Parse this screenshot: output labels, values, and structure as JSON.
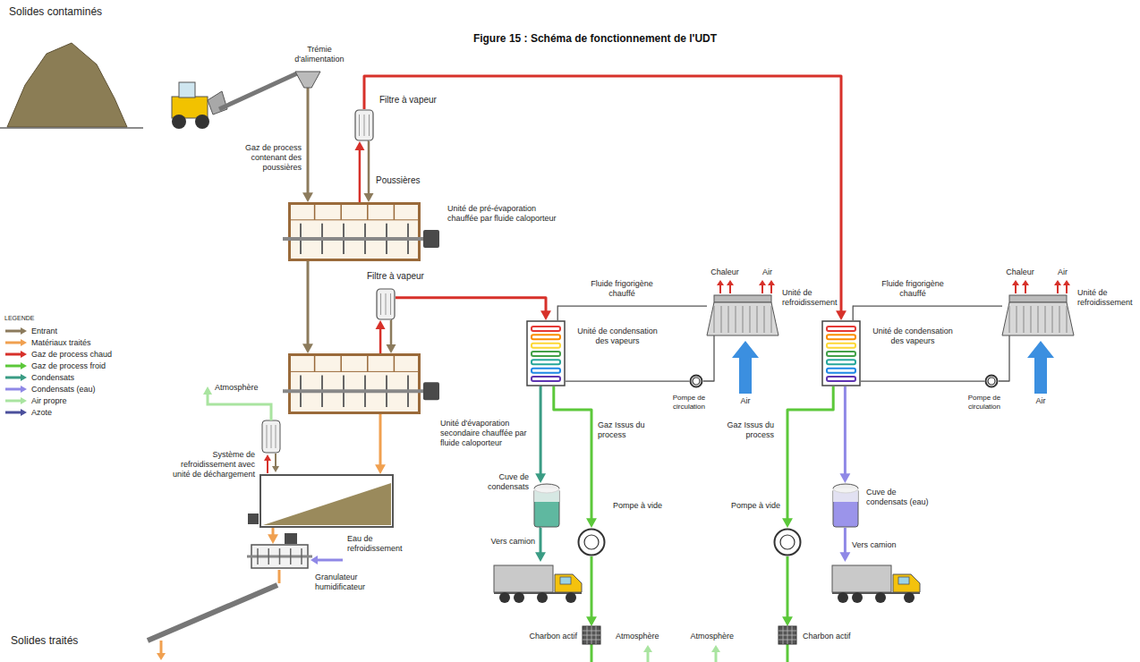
{
  "diagram": {
    "title": "Figure 15 : Schéma de fonctionnement de l'UDT",
    "nodes": [
      {
        "text": [
          "Trémie d'alimentation"
        ]
      },
      {
        "text": [
          "Filtre à vapeur"
        ]
      },
      {
        "text": [
          "Unité de pré-évaporation chauffée par fluide caloporteur"
        ]
      },
      {
        "text": [
          "Filtre à vapeur"
        ]
      },
      {
        "text": [
          "Unité d'évaporation secondaire chauffée par fluide caloporteur"
        ]
      },
      {
        "text": [
          "Système de refroidissement avec unité de déchargement"
        ]
      },
      {
        "text": [
          "Granulateur humidificateur"
        ]
      },
      {
        "text": [
          "Unité de condensation des vapeurs"
        ]
      },
      {
        "text": [
          "Unité de refroidissement"
        ]
      },
      {
        "text": [
          "Pompe de circulation"
        ]
      },
      {
        "text": [
          "Cuve de condensats"
        ]
      },
      {
        "text": [
          "Vers camion"
        ]
      },
      {
        "text": [
          "Pompe à vide"
        ]
      },
      {
        "text": [
          "Charbon actif"
        ]
      },
      {
        "text": [
          "Unité de condensation des vapeurs"
        ]
      },
      {
        "text": [
          "Unité de refroidissement"
        ]
      },
      {
        "text": [
          "Pompe de circulation"
        ]
      },
      {
        "text": [
          "Cuve de condensats (eau)"
        ]
      },
      {
        "text": [
          "Vers camion"
        ]
      },
      {
        "text": [
          "Pompe à vide"
        ]
      },
      {
        "text": [
          "Charbon actif"
        ]
      }
    ],
    "edges": [
      {
        "from": 0,
        "to": 2,
        "arrow": "to"
      },
      {
        "from": 2,
        "to": 1,
        "arrow": "to"
      },
      {
        "from": 1,
        "to": 2,
        "arrow": "to"
      },
      {
        "from": 1,
        "to": 14,
        "arrow": "to"
      },
      {
        "from": 2,
        "to": 4,
        "arrow": "to"
      },
      {
        "from": 4,
        "to": 3,
        "arrow": "to"
      },
      {
        "from": 3,
        "to": 4,
        "arrow": "to"
      },
      {
        "from": 3,
        "to": 7,
        "arrow": "to"
      },
      {
        "from": 4,
        "to": 5,
        "arrow": "to"
      },
      {
        "from": 5,
        "to": 6,
        "arrow": "to"
      },
      {
        "from": 7,
        "to": 8,
        "arrow": "none"
      },
      {
        "from": 8,
        "to": 9,
        "arrow": "none"
      },
      {
        "from": 9,
        "to": 7,
        "arrow": "none"
      },
      {
        "from": 7,
        "to": 10,
        "arrow": "to"
      },
      {
        "from": 7,
        "to": 12,
        "arrow": "to"
      },
      {
        "from": 10,
        "to": 11,
        "arrow": "to"
      },
      {
        "from": 12,
        "to": 13,
        "arrow": "to"
      },
      {
        "from": 14,
        "to": 15,
        "arrow": "none"
      },
      {
        "from": 15,
        "to": 16,
        "arrow": "none"
      },
      {
        "from": 16,
        "to": 14,
        "arrow": "none"
      },
      {
        "from": 14,
        "to": 17,
        "arrow": "to"
      },
      {
        "from": 14,
        "to": 19,
        "arrow": "to"
      },
      {
        "from": 17,
        "to": 18,
        "arrow": "to"
      },
      {
        "from": 19,
        "to": 20,
        "arrow": "to"
      }
    ],
    "labels": [
      "Solides contaminés",
      "Gaz de process contenant des poussières",
      "Poussières",
      "Atmosphère",
      "Eau de refroidissement",
      "Solides traités",
      "LEGENDE",
      "Fluide frigorigène chauffé",
      "Chaleur",
      "Air",
      "Air",
      "Gaz Issus du process",
      "Atmosphère",
      "Fluide frigorigène chauffé",
      "Chaleur",
      "Air",
      "Air",
      "Gaz Issus du process",
      "Atmosphère"
    ],
    "legend": [
      {
        "text": "Entrant",
        "color": "#8c7b5c"
      },
      {
        "text": "Matériaux traités",
        "color": "#f0a050"
      },
      {
        "text": "Gaz de process chaud",
        "color": "#d7312a"
      },
      {
        "text": "Gaz de process froid",
        "color": "#5cc83a"
      },
      {
        "text": "Condensats",
        "color": "#3a9c84"
      },
      {
        "text": "Condensats (eau)",
        "color": "#8f88e6"
      },
      {
        "text": "Air propre",
        "color": "#a9e4a0"
      },
      {
        "text": "Azote",
        "color": "#4b4f9c"
      }
    ]
  }
}
